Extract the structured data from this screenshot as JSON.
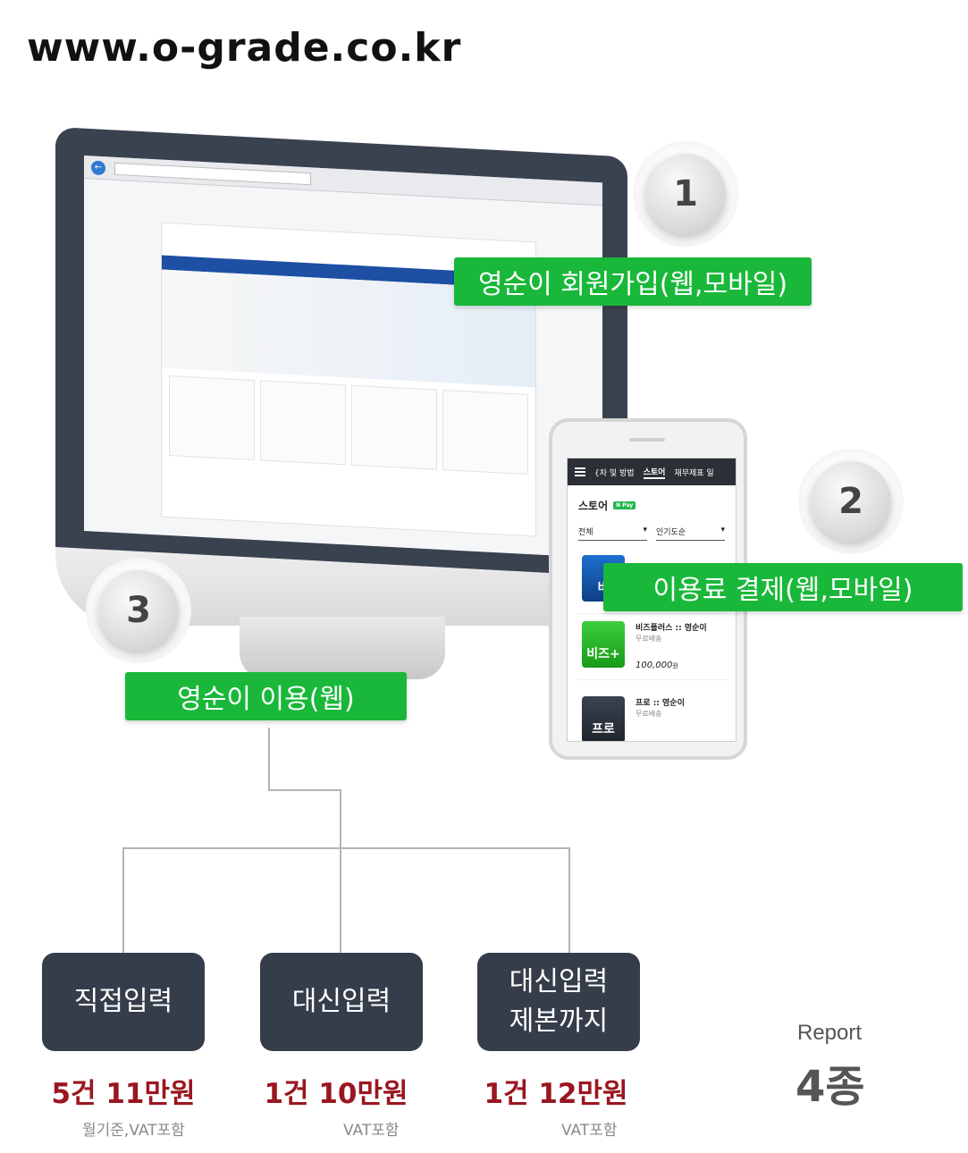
{
  "header": {
    "url": "www.o-grade.co.kr"
  },
  "steps": [
    {
      "number": "1",
      "label": "영순이 회원가입(웹,모바일)"
    },
    {
      "number": "2",
      "label": "이용료 결제(웹,모바일)"
    },
    {
      "number": "3",
      "label": "영순이 이용(웹)"
    }
  ],
  "phone": {
    "tabs": [
      "{차 및 방법",
      "스토어",
      "재무제표 일"
    ],
    "store_title": "스토어",
    "npay": "N Pay",
    "filters": [
      "전체",
      "인기도순"
    ],
    "products": [
      {
        "thumb": "비",
        "name": "",
        "sub": "",
        "price": ""
      },
      {
        "thumb": "비즈+",
        "name": "비즈플러스 :: 영순이",
        "sub": "무료배송",
        "price": "100,000",
        "won": "원"
      },
      {
        "thumb": "프로",
        "name": "프로 :: 영순이",
        "sub": "무료배송",
        "price": ""
      }
    ]
  },
  "options": [
    {
      "line1": "직접입력",
      "line2": "",
      "price": "5건 11만원",
      "note": "월기준,VAT포함"
    },
    {
      "line1": "대신입력",
      "line2": "",
      "price": "1건 10만원",
      "note": "VAT포함"
    },
    {
      "line1": "대신입력",
      "line2": "제본까지",
      "price": "1건 12만원",
      "note": "VAT포함"
    }
  ],
  "report": {
    "label": "Report",
    "count": "4종"
  }
}
